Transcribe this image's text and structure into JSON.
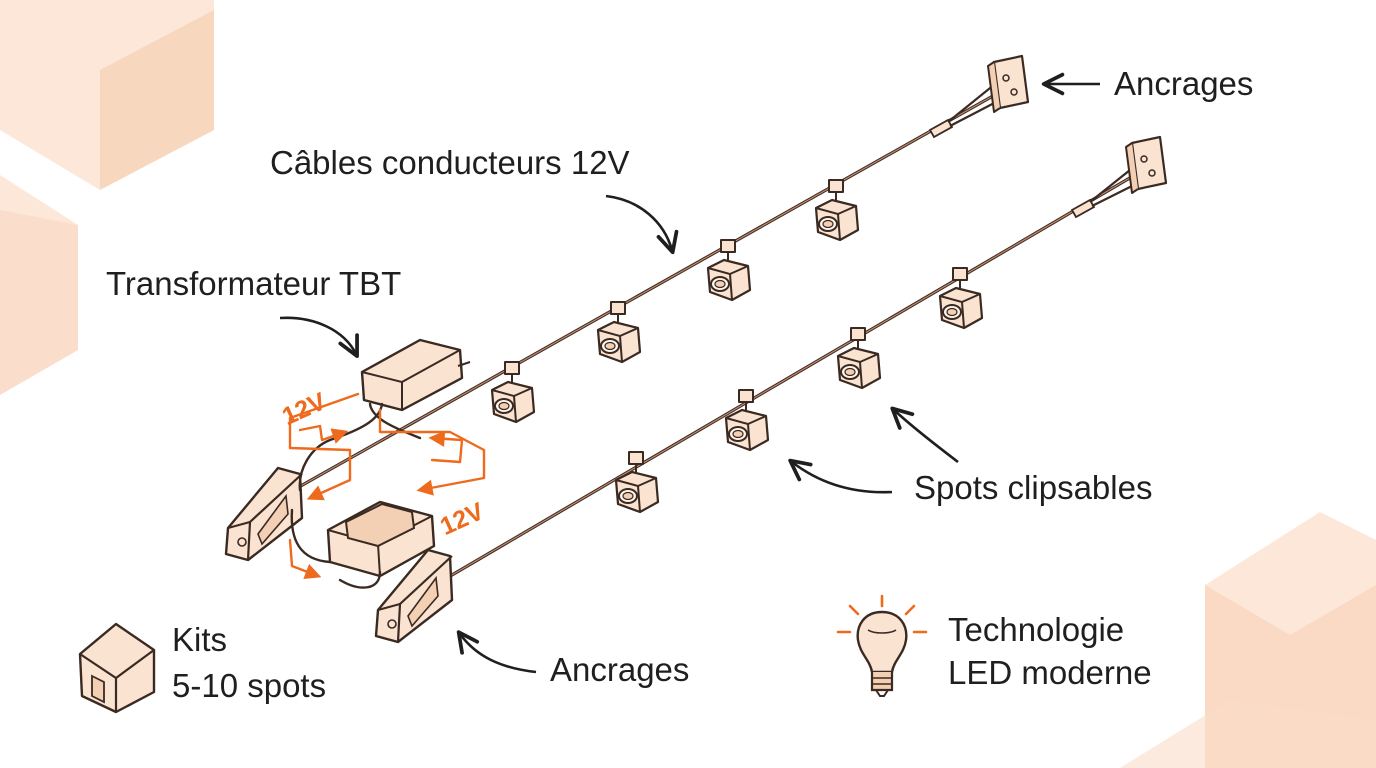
{
  "labels": {
    "anchors_top": "Ancrages",
    "cables": "Câbles conducteurs 12V",
    "transformer": "Transformateur TBT",
    "spots": "Spots clipsables",
    "anchors_bottom": "Ancrages",
    "kits_line1": "Kits",
    "kits_line2": "5-10 spots",
    "led_line1": "Technologie",
    "led_line2": "LED moderne",
    "voltage_a": "12V",
    "voltage_b": "12V"
  },
  "icons": {
    "house": "house-icon",
    "bulb": "led-bulb-icon"
  },
  "colors": {
    "accent": "#ee6a1c",
    "outline": "#3a2a22",
    "fixture_fill": "#fbe3d2",
    "decor_cube": "#f9dcc6",
    "text": "#1f1f1f"
  }
}
